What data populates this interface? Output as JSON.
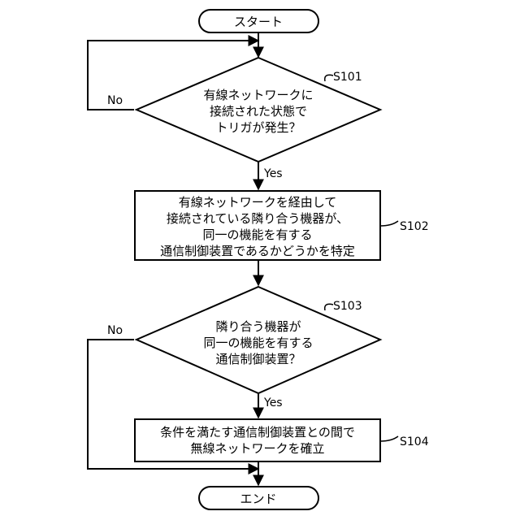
{
  "terminals": {
    "start": "スタート",
    "end": "エンド"
  },
  "steps": {
    "s101": {
      "id": "S101",
      "lines": [
        "有線ネットワークに",
        "接続された状態で",
        "トリガが発生？"
      ],
      "no_label": "No",
      "yes_label": "Yes"
    },
    "s102": {
      "id": "S102",
      "lines": [
        "有線ネットワークを経由して",
        "接続されている隣り合う機器が、",
        "同一の機能を有する",
        "通信制御装置であるかどうかを特定"
      ]
    },
    "s103": {
      "id": "S103",
      "lines": [
        "隣り合う機器が",
        "同一の機能を有する",
        "通信制御装置？"
      ],
      "no_label": "No",
      "yes_label": "Yes"
    },
    "s104": {
      "id": "S104",
      "lines": [
        "条件を満たす通信制御装置との間で",
        "無線ネットワークを確立"
      ]
    }
  }
}
